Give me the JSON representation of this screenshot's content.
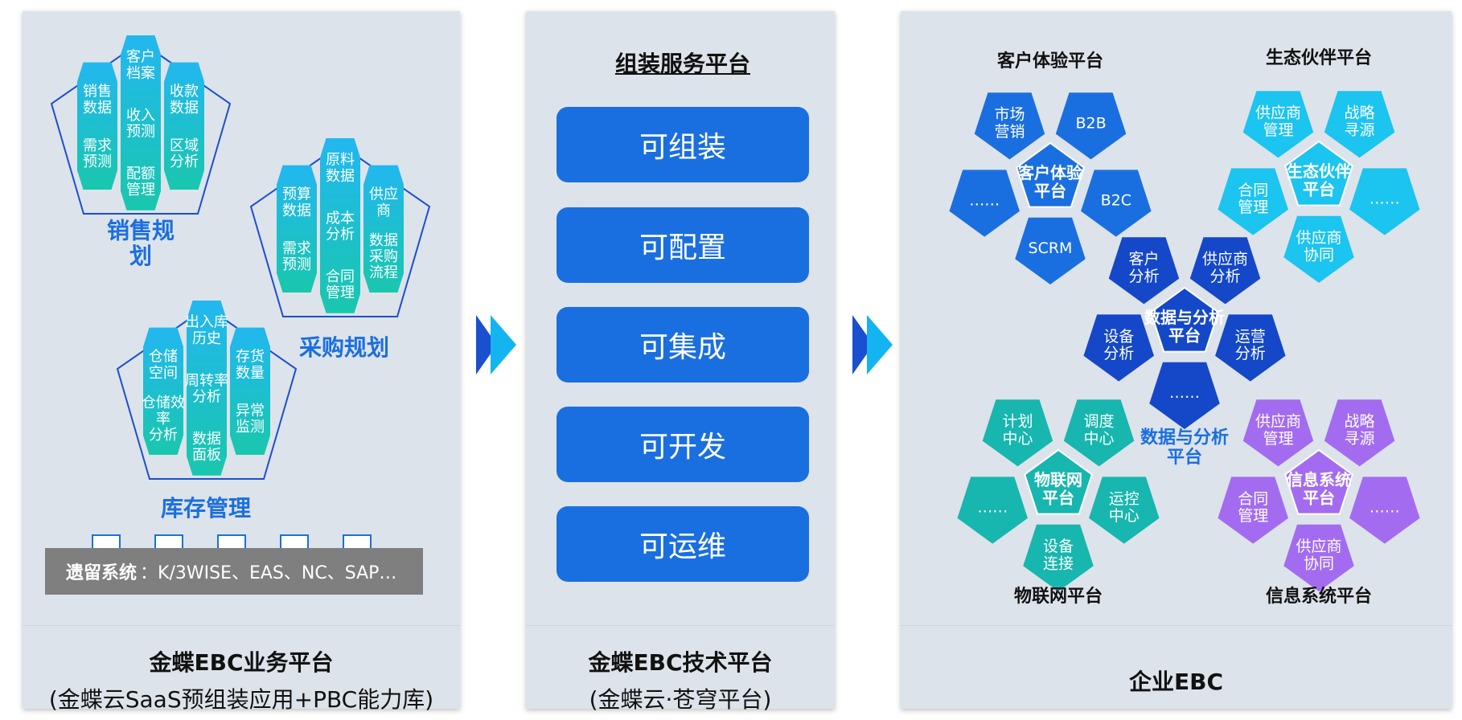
{
  "left_panel": {
    "clusters": [
      {
        "title": [
          "销售规",
          "划"
        ],
        "hexes": [
          {
            "lines": [
              "销售",
              "数据"
            ]
          },
          {
            "lines": [
              "需求",
              "预测"
            ]
          },
          {
            "lines": [
              "客户",
              "档案"
            ]
          },
          {
            "lines": [
              "收入",
              "预测"
            ]
          },
          {
            "lines": [
              "配额",
              "管理"
            ]
          },
          {
            "lines": [
              "收款",
              "数据"
            ]
          },
          {
            "lines": [
              "区域",
              "分析"
            ]
          }
        ]
      },
      {
        "title": [
          "采购规划"
        ],
        "hexes": [
          {
            "lines": [
              "预算",
              "数据"
            ]
          },
          {
            "lines": [
              "需求",
              "预测"
            ]
          },
          {
            "lines": [
              "原料",
              "数据"
            ]
          },
          {
            "lines": [
              "成本",
              "分析"
            ]
          },
          {
            "lines": [
              "合同",
              "管理"
            ]
          },
          {
            "lines": [
              "供应",
              "商"
            ]
          },
          {
            "lines": [
              "数据",
              "采购",
              "流程"
            ]
          }
        ]
      },
      {
        "title": [
          "库存管理"
        ],
        "hexes": [
          {
            "lines": [
              "仓储",
              "空间"
            ]
          },
          {
            "lines": [
              "仓储效",
              "率",
              "分析"
            ]
          },
          {
            "lines": [
              "出入库",
              "历史"
            ]
          },
          {
            "lines": [
              "周转率",
              "分析"
            ]
          },
          {
            "lines": [
              "数据",
              "面板"
            ]
          },
          {
            "lines": [
              "存货",
              "数量"
            ]
          },
          {
            "lines": [
              "异常",
              "监测"
            ]
          }
        ]
      }
    ],
    "legacy_label": "遗留系统",
    "legacy_systems": "：K/3WISE、EAS、NC、SAP…",
    "footer_title": "金蝶EBC业务平台",
    "footer_sub": "(金蝶云SaaS预组装应用+PBC能力库)"
  },
  "middle_panel": {
    "title": "组装服务平台",
    "capabilities": [
      "可组装",
      "可配置",
      "可集成",
      "可开发",
      "可运维"
    ],
    "footer_title": "金蝶EBC技术平台",
    "footer_sub": "(金蝶云·苍穹平台)"
  },
  "right_panel": {
    "flowers": [
      {
        "label": "客户体验平台",
        "center": [
          "客户体验",
          "平台"
        ],
        "color": "#1a6fe0",
        "petals": [
          [
            "市场",
            "营销"
          ],
          [
            "B2B"
          ],
          [
            "B2C"
          ],
          [
            "SCRM"
          ],
          [
            "……"
          ]
        ]
      },
      {
        "label": "生态伙伴平台",
        "center": [
          "生态伙伴",
          "平台"
        ],
        "color": "#1cc4f0",
        "petals": [
          [
            "供应商",
            "管理"
          ],
          [
            "战略",
            "寻源"
          ],
          [
            "……"
          ],
          [
            "供应商",
            "协同"
          ],
          [
            "合同",
            "管理"
          ]
        ]
      },
      {
        "label": "数据与分析平台",
        "center": [
          "数据与分析",
          "平台"
        ],
        "color": "#1448c8",
        "petals": [
          [
            "客户",
            "分析"
          ],
          [
            "供应商",
            "分析"
          ],
          [
            "运营",
            "分析"
          ],
          [
            "……"
          ],
          [
            "设备",
            "分析"
          ]
        ]
      },
      {
        "label": "物联网平台",
        "center": [
          "物联网",
          "平台"
        ],
        "color": "#17b6ae",
        "petals": [
          [
            "计划",
            "中心"
          ],
          [
            "调度",
            "中心"
          ],
          [
            "运控",
            "中心"
          ],
          [
            "设备",
            "连接"
          ],
          [
            "……"
          ]
        ]
      },
      {
        "label": "信息系统平台",
        "center": [
          "信息系统",
          "平台"
        ],
        "color": "#a36cf0",
        "petals": [
          [
            "供应商",
            "管理"
          ],
          [
            "战略",
            "寻源"
          ],
          [
            "……"
          ],
          [
            "供应商",
            "协同"
          ],
          [
            "合同",
            "管理"
          ]
        ]
      }
    ],
    "footer_title": "企业EBC"
  },
  "colors": {
    "panel_bg": "#dde3ea",
    "capsule_blue": "#1a6fe0",
    "arrow_dark": "#1a4fd0",
    "arrow_light": "#14b4f0",
    "cluster_title": "#1a6fe0",
    "hex_top": "#22b7f0",
    "hex_bottom": "#19c7ad"
  }
}
